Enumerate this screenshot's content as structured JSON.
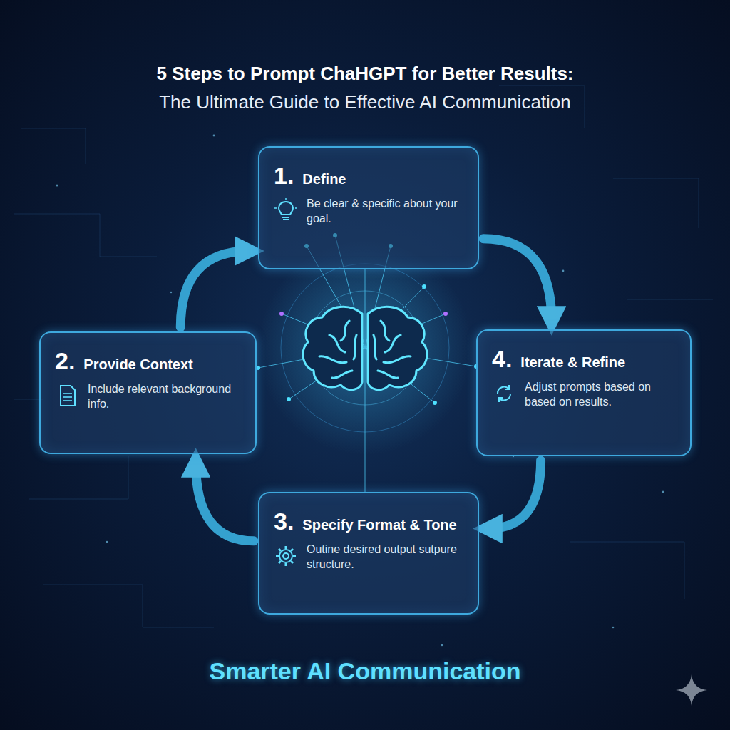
{
  "diagram": {
    "title": "5 Steps to Prompt ChaHGPT for Better Results:",
    "caption": "Smarter AI Communication",
    "nodes": [
      {
        "text": [
          "1.",
          "Define",
          "Be clear & specific about your goal."
        ]
      },
      {
        "text": [
          "2.",
          "Provide Context",
          "Include relevant background info."
        ]
      },
      {
        "text": [
          "4.",
          "Iterate & Refine",
          "Adjust prompts based on based on results."
        ]
      },
      {
        "text": [
          "3.",
          "Specify Format & Tone",
          "Outine desired output sutpure structure."
        ]
      }
    ],
    "edges": [
      {
        "from": 0,
        "to": 2,
        "arrow": "to"
      },
      {
        "from": 2,
        "to": 3,
        "arrow": "to"
      },
      {
        "from": 3,
        "to": 1,
        "arrow": "to"
      },
      {
        "from": 1,
        "to": 0,
        "arrow": "to"
      }
    ],
    "labels": [
      "The Ultimate Guide to Effective AI Communication"
    ]
  }
}
